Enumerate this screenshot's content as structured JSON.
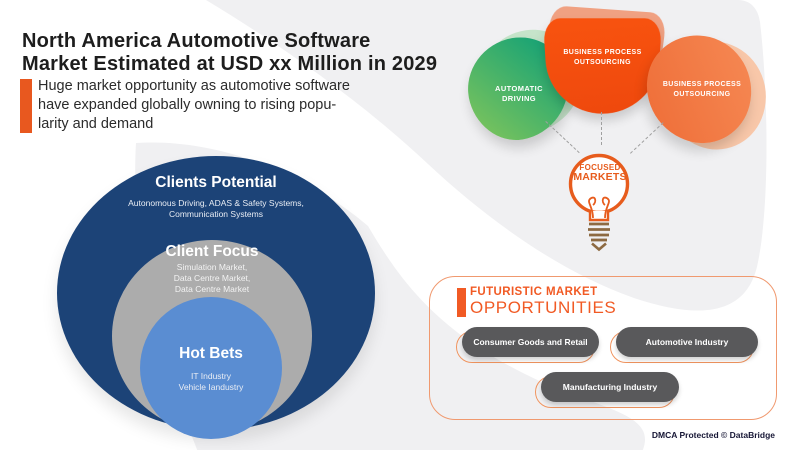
{
  "header": {
    "title_lines": [
      "North America Automotive Software",
      "Market Estimated at USD xx Million in 2029"
    ],
    "subtitle_lines": [
      "Huge market opportunity as automotive software",
      "have expanded globally owning to rising popu-",
      "larity and demand"
    ],
    "accent_color": "#e8581f"
  },
  "concentric": {
    "outer": {
      "title": "Clients Potential",
      "desc_lines": [
        "Autonomous Driving, ADAS & Safety Systems,",
        "Communication Systems"
      ],
      "color": "#1c4377"
    },
    "middle": {
      "title": "Client Focus",
      "desc_lines": [
        "Simulation Market,",
        "Data Centre Market,",
        "Data Centre Market"
      ],
      "color": "#acacac"
    },
    "inner": {
      "title": "Hot Bets",
      "desc_lines": [
        "IT Industry",
        "Vehicle Iandustry"
      ],
      "color": "#5a8dd2"
    }
  },
  "focused_markets": {
    "center_lines": [
      "FOCUSED",
      "MARKETS"
    ],
    "bulb_color": "#e75c1d",
    "base_color": "#8d6a42",
    "petals": [
      {
        "label_lines": [
          "AUTOMATIC",
          "DRIVING"
        ],
        "color_from": "#7dc45c",
        "color_to": "#0fa077"
      },
      {
        "label_lines": [
          "BUSINESS PROCESS",
          "OUTSOURCING"
        ],
        "color_from": "#f8530f",
        "color_to": "#ee480d"
      },
      {
        "label_lines": [
          "BUSINESS PROCESS",
          "OUTSOURCING"
        ],
        "color_from": "#f68a55",
        "color_to": "#ee6c36"
      }
    ]
  },
  "opportunities": {
    "title_lines": [
      "FUTURISTIC MARKET",
      "OPPORTUNITIES"
    ],
    "accent_color": "#f15a24",
    "pill_color": "#59595b",
    "pills": [
      "Consumer Goods and Retail",
      "Automotive Industry",
      "Manufacturing Industry"
    ]
  },
  "footer": {
    "copyright": "DMCA Protected © DataBridge"
  }
}
